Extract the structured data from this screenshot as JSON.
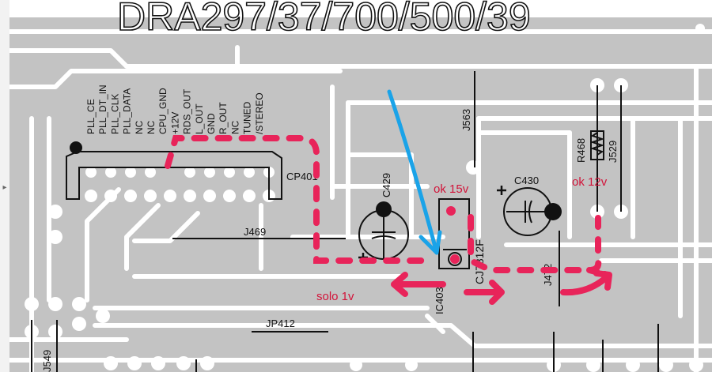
{
  "title": "DRA297/37/700/500/39",
  "pins": [
    "PLL_CE",
    "PLL_DT_IN",
    "PLL_CLK",
    "PLL_DATA",
    "NC",
    "NC",
    "CPU_GND",
    "+12V",
    "RDS_OUT",
    "L_OUT",
    "GND",
    "R_OUT",
    "NC",
    "TUNED",
    "/STEREO"
  ],
  "labels": {
    "cp401": "CP401",
    "j469": "J469",
    "j563": "J563",
    "c429": "C429",
    "c430": "C430",
    "r468": "R468",
    "j529": "J529",
    "cj7812f": "CJ7812F",
    "ic403": "IC403",
    "j472": "J472",
    "jp412": "JP412",
    "j549": "J549"
  },
  "notes": {
    "ok15": "ok 15v",
    "ok12": "ok 12v",
    "solo": "solo 1v"
  },
  "colors": {
    "board": "#c3c3c3",
    "trace": "#ffffff",
    "ink": "#111111",
    "annotation": "#e8245a",
    "arrow": "#1aa3e8"
  }
}
